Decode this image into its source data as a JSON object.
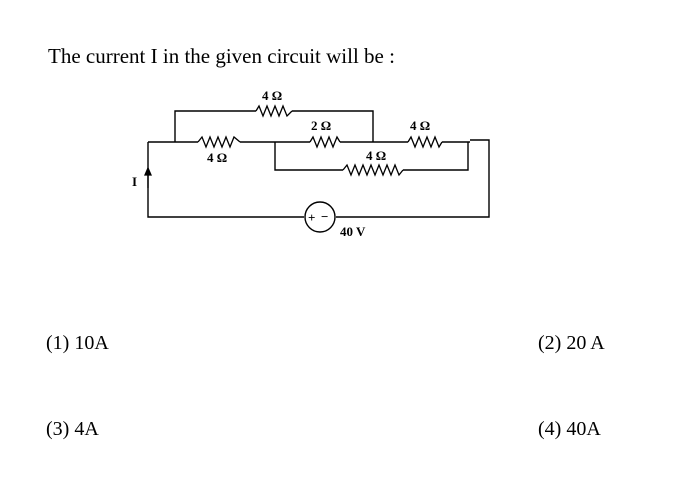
{
  "question": "The current I in the given circuit will be :",
  "circuit": {
    "current_label": "I",
    "resistor_top": "4 Ω",
    "resistor_left": "4 Ω",
    "resistor_middle": "2 Ω",
    "resistor_right": "4 Ω",
    "resistor_bottom": "4 Ω",
    "source_plus": "+",
    "source_minus": "−",
    "source_voltage": "40 V"
  },
  "options": [
    {
      "label": "(1) 10A"
    },
    {
      "label": "(2) 20 A"
    },
    {
      "label": "(3)  4A"
    },
    {
      "label": "(4) 40A"
    }
  ]
}
